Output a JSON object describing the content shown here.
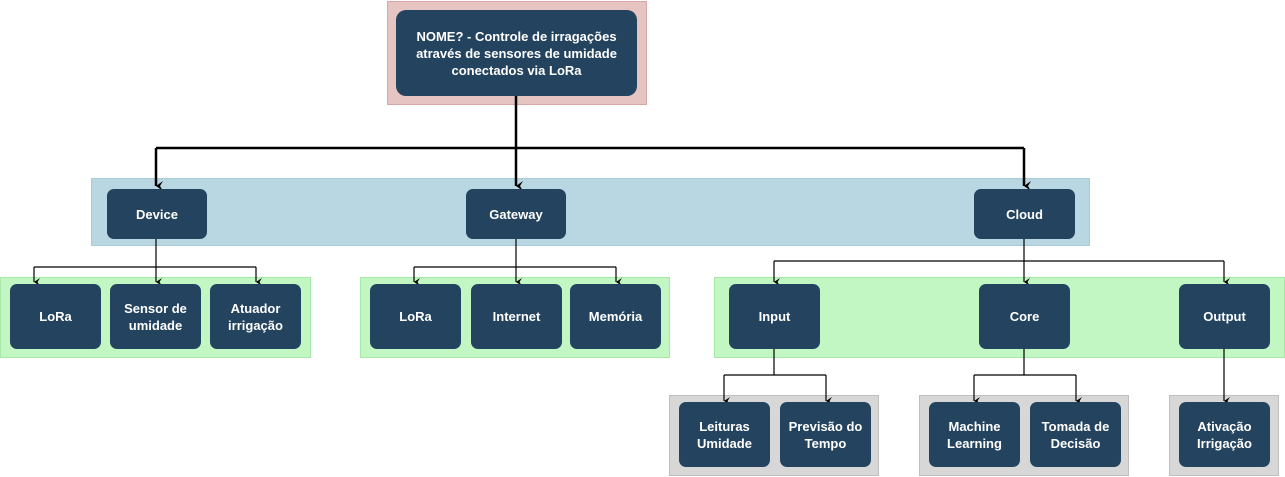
{
  "diagram": {
    "root": {
      "label": "NOME? - Controle de irragações através de sensores de umidade conectados via LoRa"
    },
    "level1": [
      {
        "id": "device",
        "label": "Device"
      },
      {
        "id": "gateway",
        "label": "Gateway"
      },
      {
        "id": "cloud",
        "label": "Cloud"
      }
    ],
    "device_children": [
      {
        "id": "device-lora",
        "label": "LoRa"
      },
      {
        "id": "device-sensor",
        "label": "Sensor de umidade"
      },
      {
        "id": "device-atuador",
        "label": "Atuador irrigação"
      }
    ],
    "gateway_children": [
      {
        "id": "gateway-lora",
        "label": "LoRa"
      },
      {
        "id": "gateway-internet",
        "label": "Internet"
      },
      {
        "id": "gateway-memoria",
        "label": "Memória"
      }
    ],
    "cloud_children": [
      {
        "id": "cloud-input",
        "label": "Input"
      },
      {
        "id": "cloud-core",
        "label": "Core"
      },
      {
        "id": "cloud-output",
        "label": "Output"
      }
    ],
    "input_children": [
      {
        "id": "input-leituras",
        "label": "Leituras Umidade"
      },
      {
        "id": "input-previsao",
        "label": "Previsão do Tempo"
      }
    ],
    "core_children": [
      {
        "id": "core-ml",
        "label": "Machine Learning"
      },
      {
        "id": "core-decisao",
        "label": "Tomada de Decisão"
      }
    ],
    "output_children": [
      {
        "id": "output-ativacao",
        "label": "Ativação Irrigação"
      }
    ]
  }
}
